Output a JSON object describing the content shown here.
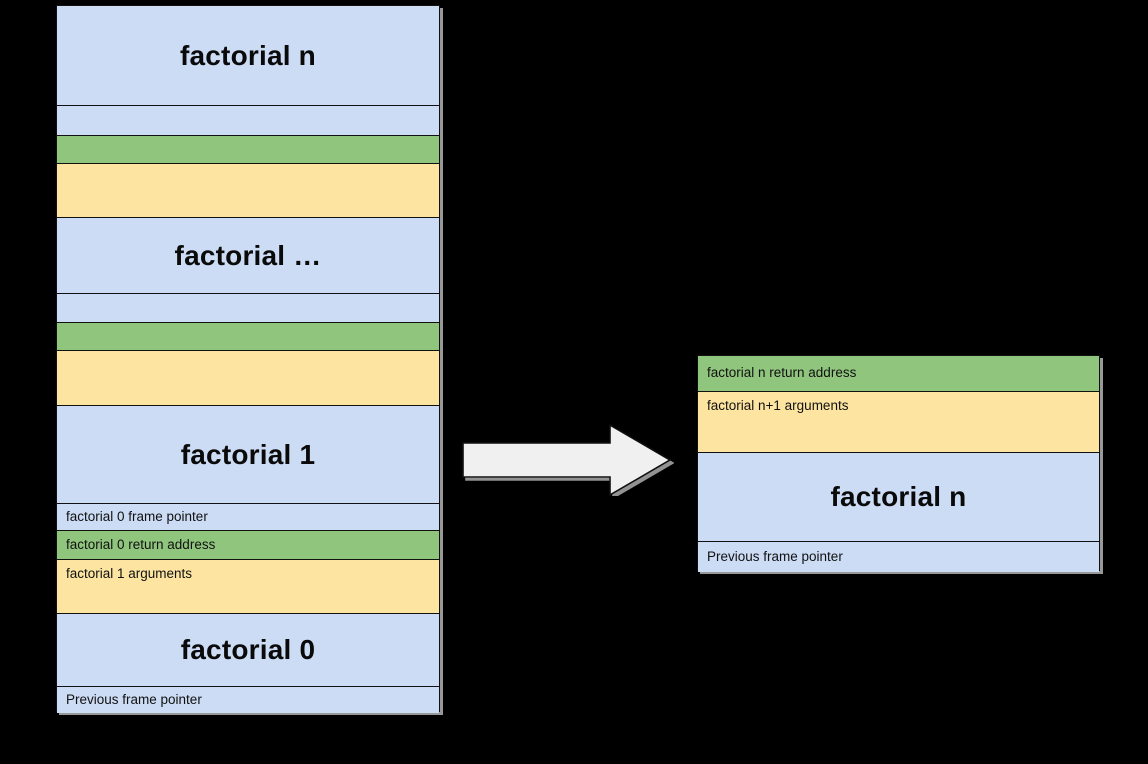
{
  "diagram": {
    "title": "Recursive factorial call stack and a single stack frame",
    "colors": {
      "background": "#000000",
      "frame_blue": "#ccdcf5",
      "return_address_green": "#90c57e",
      "arguments_yellow": "#fde5a1",
      "border": "#111111",
      "shadow": "#a0a0a0",
      "arrow_fill": "#f0f0f0",
      "arrow_stroke": "#111111"
    }
  },
  "left_stack": {
    "name": "call-stack",
    "rows": [
      {
        "text": "factorial n",
        "style": "caption",
        "color": "frame_blue",
        "height": 100
      },
      {
        "text": "",
        "style": "label",
        "color": "frame_blue",
        "height": 30
      },
      {
        "text": "",
        "style": "label",
        "color": "return_address_green",
        "height": 28
      },
      {
        "text": "",
        "style": "label",
        "color": "arguments_yellow",
        "height": 54
      },
      {
        "text": "factorial …",
        "style": "caption",
        "color": "frame_blue",
        "height": 76
      },
      {
        "text": "",
        "style": "label",
        "color": "frame_blue",
        "height": 29
      },
      {
        "text": "",
        "style": "label",
        "color": "return_address_green",
        "height": 28
      },
      {
        "text": "",
        "style": "label",
        "color": "arguments_yellow",
        "height": 55
      },
      {
        "text": "factorial 1",
        "style": "caption",
        "color": "frame_blue",
        "height": 98
      },
      {
        "text": "factorial 0 frame pointer",
        "style": "label",
        "color": "frame_blue",
        "height": 27
      },
      {
        "text": "factorial 0 return address",
        "style": "label",
        "color": "return_address_green",
        "height": 29
      },
      {
        "text": "factorial 1 arguments",
        "style": "label",
        "color": "arguments_yellow",
        "height": 54
      },
      {
        "text": "factorial 0",
        "style": "caption",
        "color": "frame_blue",
        "height": 73
      },
      {
        "text": "Previous frame pointer",
        "style": "label",
        "color": "frame_blue",
        "height": 26
      }
    ]
  },
  "arrow": {
    "name": "transition-arrow",
    "direction": "right"
  },
  "right_frame": {
    "name": "single-stack-frame",
    "rows": [
      {
        "text": "factorial n return address",
        "style": "label",
        "color": "return_address_green",
        "height": 36
      },
      {
        "text": "factorial n+1 arguments",
        "style": "label",
        "color": "arguments_yellow",
        "height": 61
      },
      {
        "text": "factorial n",
        "style": "caption",
        "color": "frame_blue",
        "height": 89
      },
      {
        "text": "Previous frame pointer",
        "style": "label",
        "color": "frame_blue",
        "height": 30
      }
    ]
  }
}
